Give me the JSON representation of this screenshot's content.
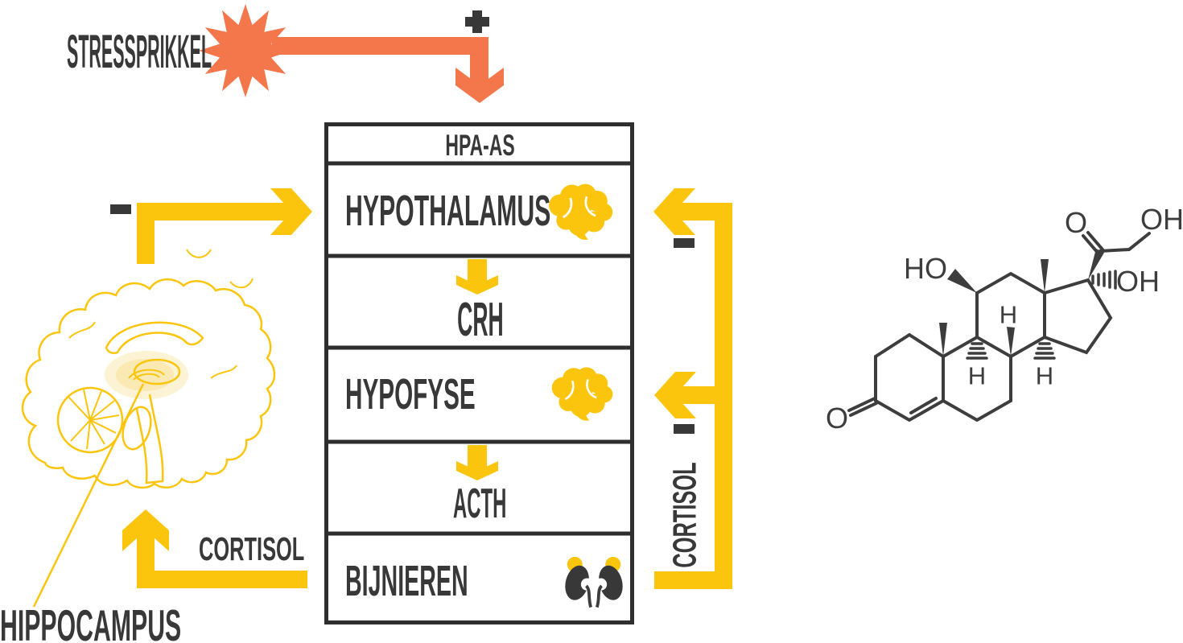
{
  "colors": {
    "yellow": "#FCC50D",
    "orange": "#F4764B",
    "dark": "#383838",
    "molecule": "#3D3D3D",
    "box_border": "#2E2E2E",
    "hippocampus_highlight": "#FAE9B3"
  },
  "stress": {
    "label": "STRESSPRIKKEL",
    "plus_sign": "+"
  },
  "hpa": {
    "title": "HPA-AS",
    "rows": {
      "hypothalamus": "HYPOTHALAMUS",
      "crh": "CRH",
      "hypofyse": "HYPOFYSE",
      "acth": "ACTH",
      "bijnieren": "BIJNIEREN"
    }
  },
  "feedback": {
    "minus_sign": "−",
    "cortisol_left": "CORTISOL",
    "cortisol_right": "CORTISOL",
    "hippocampus_label": "HIPPOCAMPUS"
  },
  "molecule": {
    "o_ketone": "O",
    "ho_c11": "HO",
    "o_c20": "O",
    "oh_c21": "OH",
    "oh_c17": "OH",
    "h_c8": "H",
    "h_c9": "H",
    "h_c14": "H"
  }
}
